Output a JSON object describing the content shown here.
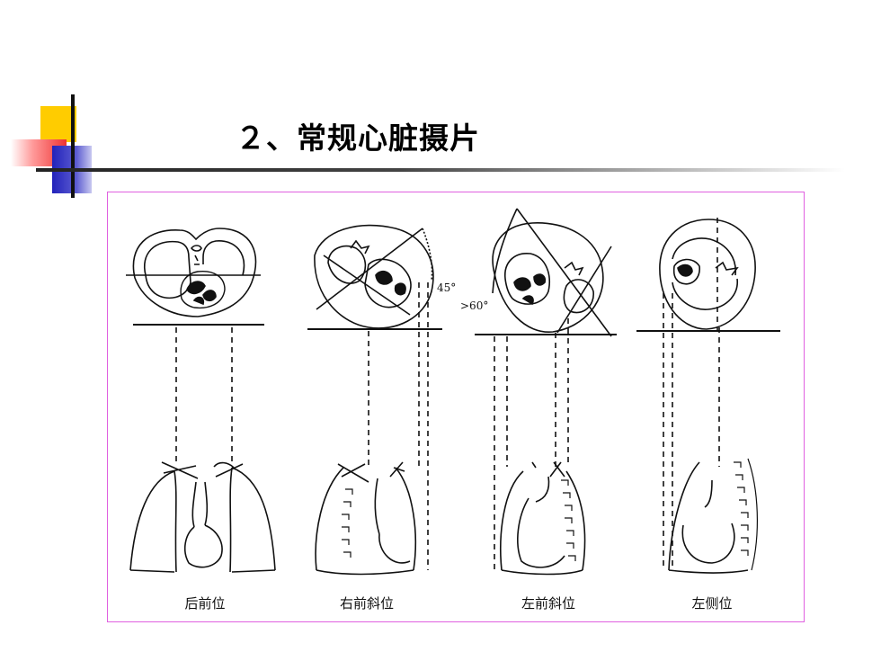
{
  "slide": {
    "title": "２、常规心脏摄片"
  },
  "figure": {
    "views": [
      {
        "caption": "后前位"
      },
      {
        "caption": "右前斜位",
        "angle_label": "45°"
      },
      {
        "caption": "左前斜位",
        "angle_label": ">60°"
      },
      {
        "caption": "左侧位"
      }
    ]
  },
  "colors": {
    "frame_border": "#e060e0",
    "accent_yellow": "#ffcc00",
    "accent_red": "#ee3333",
    "accent_blue": "#2222bb"
  }
}
